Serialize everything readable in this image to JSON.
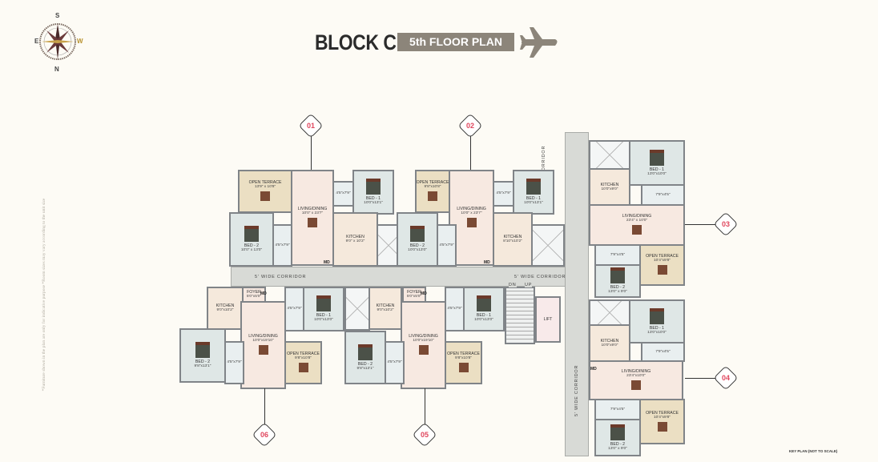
{
  "header": {
    "title": "BLOCK C",
    "subtitle": "5th FLOOR PLAN"
  },
  "compass": {
    "south": "S",
    "east": "E",
    "west": "W",
    "north": "N"
  },
  "disclaimer": "*Furniture shown in the plan are only for indicative purpose *Room sizes may vary according to the unit size",
  "key_plan": "KEY PLAN (NOT TO SCALE)",
  "common": {
    "corridor": "5' WIDE CORRIDOR",
    "stairs_down": "DN",
    "stairs_up": "UP",
    "lift": "LIFT",
    "main_door": "MD"
  },
  "units": {
    "u01": {
      "number": "01",
      "rooms": {
        "terrace": {
          "name": "OPEN TERRACE",
          "size": "13'9\" x 10'8\""
        },
        "living": {
          "name": "LIVING/DINING",
          "size": "10'0\" x 23'7\""
        },
        "toilet1": {
          "size": "4'5\"x7'9\""
        },
        "bed1": {
          "name": "BED - 1",
          "size": "10'0\"x13'1\""
        },
        "bed2": {
          "name": "BED - 2",
          "size": "10'0\" x 13'0\""
        },
        "toilet2": {
          "size": "4'5\"x7'9\""
        },
        "kitchen": {
          "name": "KITCHEN",
          "size": "9'0\" x 10'2\""
        }
      }
    },
    "u02": {
      "number": "02",
      "rooms": {
        "terrace": {
          "name": "OPEN TERRACE",
          "size": "9'8\"x10'8\""
        },
        "living": {
          "name": "LIVING/DINING",
          "size": "10'0\" x 23'7\""
        },
        "toilet1": {
          "size": "4'5\"x7'9\""
        },
        "bed1": {
          "name": "BED - 1",
          "size": "10'0\"x13'1\""
        },
        "bed2": {
          "name": "BED - 2",
          "size": "10'0\"x13'0\""
        },
        "toilet2": {
          "size": "4'5\"x7'9\""
        },
        "kitchen": {
          "name": "KITCHEN",
          "size": "8'10\"x10'2\""
        }
      }
    },
    "u03": {
      "number": "03",
      "rooms": {
        "kitchen": {
          "name": "KITCHEN",
          "size": "10'0\"x9'0\""
        },
        "bed1": {
          "name": "BED - 1",
          "size": "13'0\"x10'0\""
        },
        "toilet1": {
          "size": "7'9\"x4'5\""
        },
        "living": {
          "name": "LIVING/DINING",
          "size": "23'4\" x 10'0\""
        },
        "toilet2": {
          "size": "7'9\"x4'5\""
        },
        "bed2": {
          "name": "BED - 2",
          "size": "13'0\" x 9'0\""
        },
        "terrace": {
          "name": "OPEN TERRACE",
          "size": "10'4\"x9'8\""
        }
      }
    },
    "u04": {
      "number": "04",
      "rooms": {
        "kitchen": {
          "name": "KITCHEN",
          "size": "10'0\"x9'0\""
        },
        "bed1": {
          "name": "BED - 1",
          "size": "13'0\"x10'0\""
        },
        "toilet1": {
          "size": "7'9\"x4'5\""
        },
        "living": {
          "name": "LIVING/DINING",
          "size": "23'4\"x10'0\""
        },
        "toilet2": {
          "size": "7'9\"x4'5\""
        },
        "bed2": {
          "name": "BED - 2",
          "size": "13'0\" x 9'0\""
        },
        "terrace": {
          "name": "OPEN TERRACE",
          "size": "10'4\"x9'8\""
        }
      }
    },
    "u05": {
      "number": "05",
      "rooms": {
        "foyer": {
          "name": "FOYER",
          "size": "5'0\"x5'0\""
        },
        "kitchen": {
          "name": "KITCHEN",
          "size": "9'0\"x10'2\""
        },
        "living": {
          "name": "LIVING/DINING",
          "size": "10'0\"x19'10\""
        },
        "bed1": {
          "name": "BED - 1",
          "size": "10'0\"x13'0\""
        },
        "toilet1": {
          "size": "4'5\"x7'9\""
        },
        "bed2": {
          "name": "BED - 2",
          "size": "9'8\"x13'1\""
        },
        "toilet2": {
          "size": "4'5\"x7'9\""
        },
        "terrace": {
          "name": "OPEN TERRACE",
          "size": "9'8\"x10'8\""
        }
      }
    },
    "u06": {
      "number": "06",
      "rooms": {
        "foyer": {
          "name": "FOYER",
          "size": "5'0\"x5'0\""
        },
        "kitchen": {
          "name": "KITCHEN",
          "size": "9'0\"x10'2\""
        },
        "living": {
          "name": "LIVING/DINING",
          "size": "10'0\"x19'10\""
        },
        "bed1": {
          "name": "BED - 1",
          "size": "10'0\"x13'0\""
        },
        "toilet1": {
          "size": "4'5\"x7'9\""
        },
        "bed2": {
          "name": "BED - 2",
          "size": "9'8\"x13'1\""
        },
        "toilet2": {
          "size": "4'5\"x7'9\""
        },
        "terrace": {
          "name": "OPEN TERRACE",
          "size": "9'8\"x10'8\""
        }
      }
    }
  }
}
